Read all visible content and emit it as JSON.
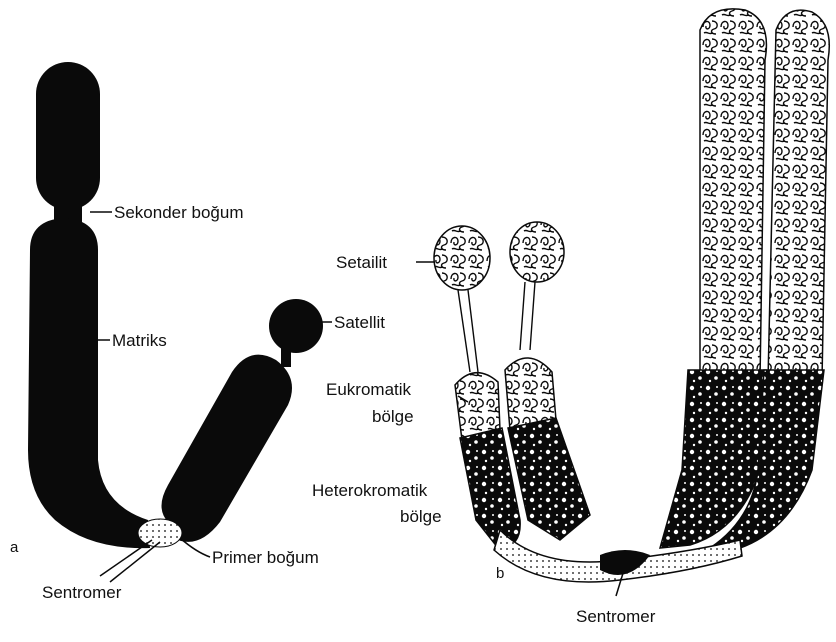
{
  "colors": {
    "ink": "#0a0a0a",
    "paper": "#ffffff"
  },
  "panel_a": {
    "letter": "a",
    "labels": {
      "secondary_constriction": "Sekonder boğum",
      "matrix": "Matriks",
      "satellite": "Satellit",
      "primary_constriction": "Primer boğum",
      "centromere": "Sentromer"
    }
  },
  "panel_b": {
    "letter": "b",
    "labels": {
      "satellite": "Setailit",
      "euchromatic_line1": "Eukromatik",
      "euchromatic_line2": "bölge",
      "heterochromatic_line1": "Heterokromatik",
      "heterochromatic_line2": "bölge",
      "centromere": "Sentromer"
    }
  }
}
